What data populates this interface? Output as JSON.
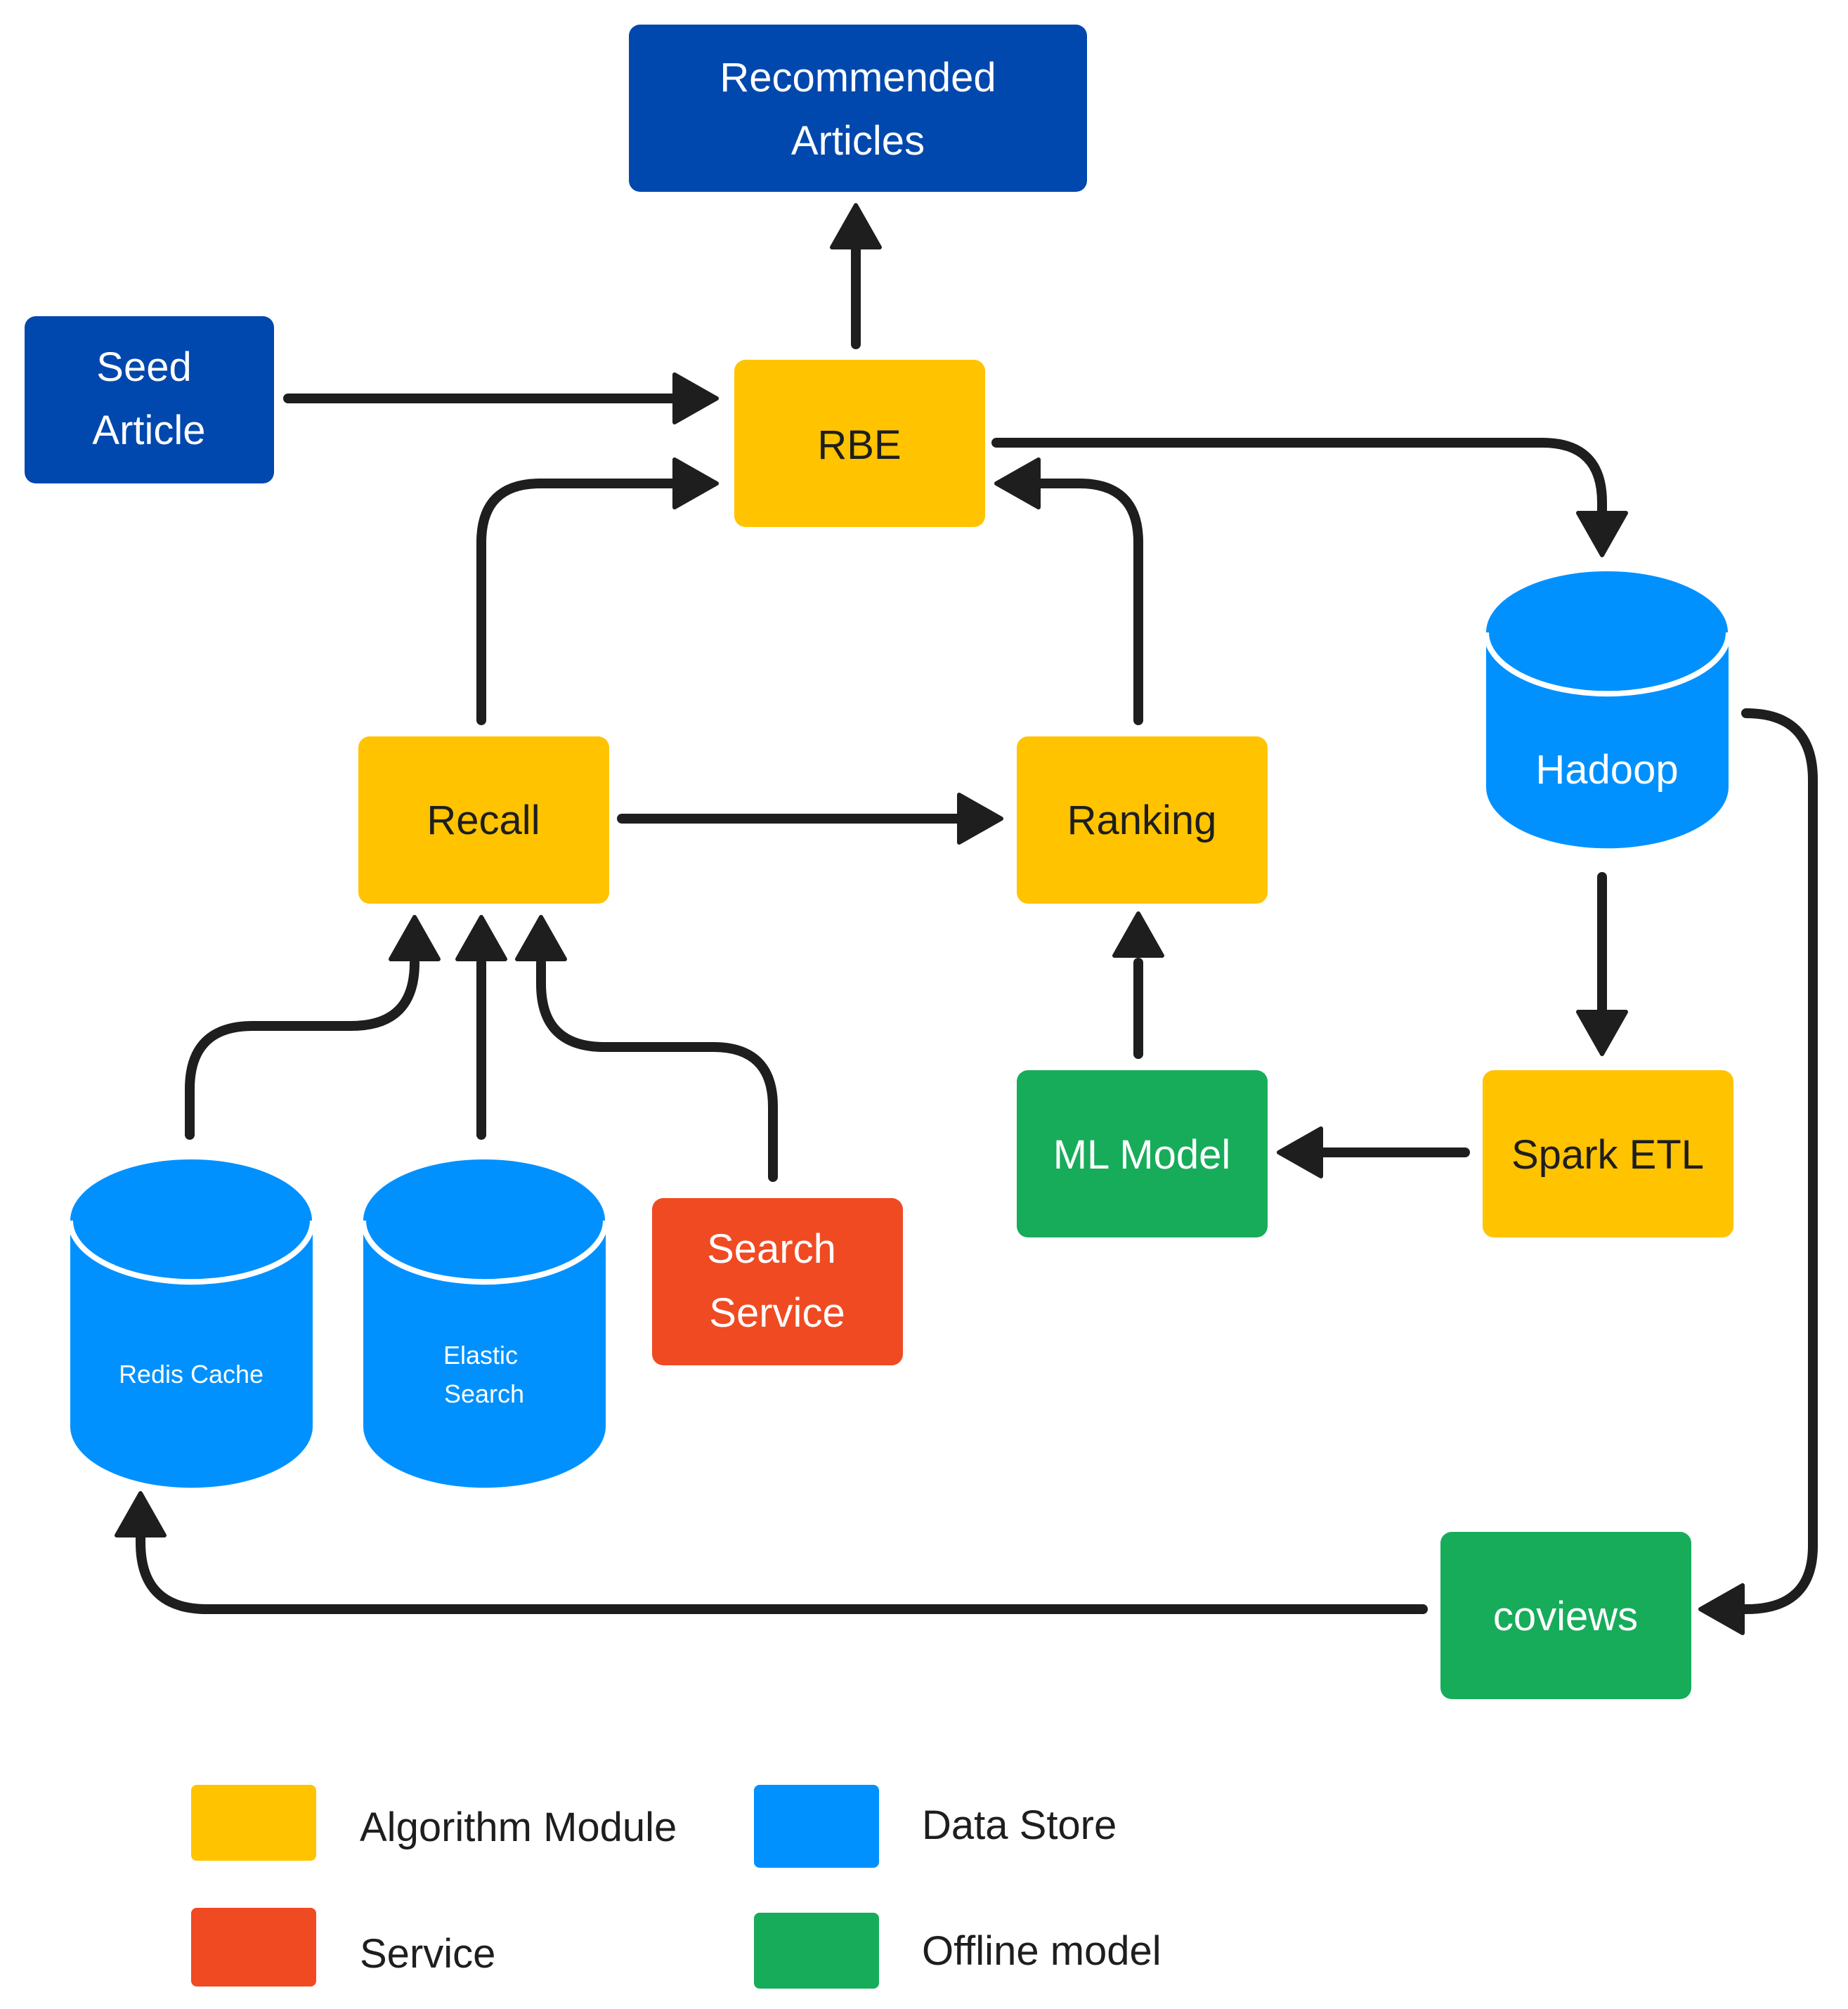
{
  "colors": {
    "algorithm": "#FFC300",
    "data_store": "#0091FF",
    "service": "#F04A23",
    "offline_model": "#17AC5A",
    "endpoint": "#0048AD",
    "arrow": "#1E1E1E",
    "text_dark": "#1E1E1E",
    "text_light": "#FFFFFF"
  },
  "nodes": {
    "recommended_articles": {
      "line1": "Recommended",
      "line2": "Articles"
    },
    "seed_article": {
      "line1": "Seed",
      "line2": "Article"
    },
    "rbe": {
      "label": "RBE"
    },
    "recall": {
      "label": "Recall"
    },
    "ranking": {
      "label": "Ranking"
    },
    "hadoop": {
      "label": "Hadoop"
    },
    "ml_model": {
      "label": "ML Model"
    },
    "spark_etl": {
      "label": "Spark ETL"
    },
    "redis_cache": {
      "label": "Redis Cache"
    },
    "elastic_search": {
      "line1": "Elastic",
      "line2": "Search"
    },
    "search_service": {
      "line1": "Search",
      "line2": "Service"
    },
    "coviews": {
      "label": "coviews"
    }
  },
  "legend": {
    "algorithm_module": "Algorithm Module",
    "data_store": "Data Store",
    "service": "Service",
    "offline_model": "Offline model"
  }
}
